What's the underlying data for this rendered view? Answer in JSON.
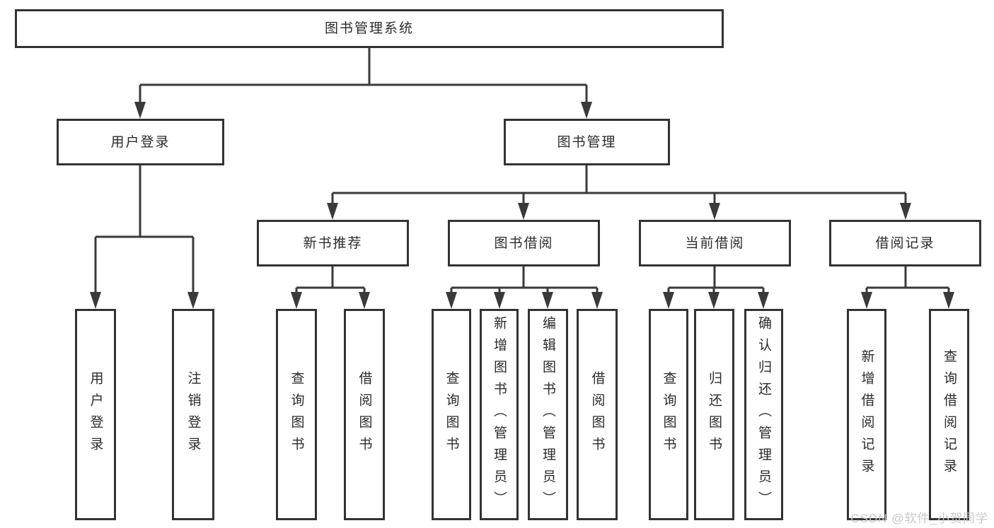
{
  "colors": {
    "line": "#3a3a3a",
    "box_border": "#333333",
    "text": "#2b2b2b",
    "watermark": "#c8c8c8",
    "background": "#ffffff"
  },
  "diagram": {
    "root": {
      "label": "图书管理系统"
    },
    "level2": [
      {
        "label": "用户登录"
      },
      {
        "label": "图书管理"
      }
    ],
    "level3": [
      {
        "label": "新书推荐"
      },
      {
        "label": "图书借阅"
      },
      {
        "label": "当前借阅"
      },
      {
        "label": "借阅记录"
      }
    ],
    "children": {
      "user_login": [
        "用户登录",
        "注销登录"
      ],
      "new_book_recommend": [
        "查询图书",
        "借阅图书"
      ],
      "book_borrow": [
        "查询图书",
        "新增图书（管理员）",
        "编辑图书（管理员）",
        "借阅图书"
      ],
      "current_borrow": [
        "查询图书",
        "归还图书",
        "确认归还（管理员）"
      ],
      "borrow_records": [
        "新增借阅记录",
        "查询借阅记录"
      ]
    }
  },
  "watermark": {
    "text": "CSDN @软件_小贺同学"
  }
}
